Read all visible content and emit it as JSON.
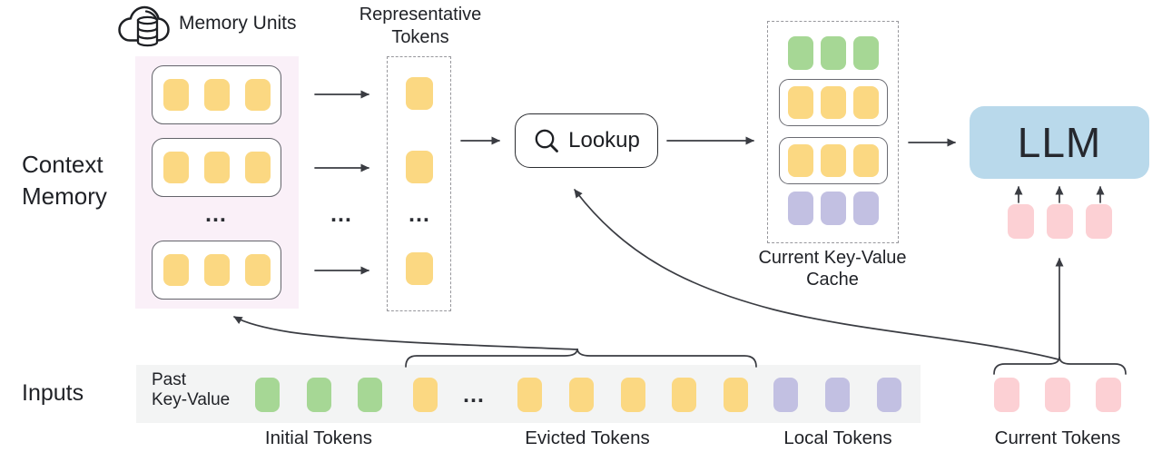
{
  "labels": {
    "memory_units": "Memory Units",
    "representative_tokens": "Representative\nTokens",
    "context_memory": "Context\nMemory",
    "lookup": "Lookup",
    "current_kv_cache": "Current Key-Value\nCache",
    "llm": "LLM",
    "inputs": "Inputs",
    "past_key_value": "Past\nKey-Value",
    "initial_tokens": "Initial Tokens",
    "evicted_tokens": "Evicted Tokens",
    "local_tokens": "Local Tokens",
    "current_tokens": "Current Tokens",
    "ellipsis": "…"
  },
  "icons": {
    "memory": "cloud-database",
    "lookup": "magnifying-glass"
  },
  "colors": {
    "token_yellow": "#FBD882",
    "token_green": "#A6D795",
    "token_purple": "#C2C0E2",
    "token_pink": "#FCD0D4",
    "llm_fill": "#B9D9EB",
    "memory_panel_fill": "#FAF0F8",
    "inputs_strip_fill": "#F3F4F4",
    "line": "#3A3C42"
  },
  "token_groups": {
    "memory_unit_row": {
      "count": 3,
      "color_key": "token_yellow"
    },
    "representative": {
      "count": 1,
      "color_key": "token_yellow"
    },
    "cache_initial_row": {
      "count": 3,
      "color_key": "token_green"
    },
    "cache_memory_row": {
      "count": 3,
      "color_key": "token_yellow"
    },
    "cache_local_row": {
      "count": 3,
      "color_key": "token_purple"
    },
    "llm_current_inputs": {
      "count": 3,
      "color_key": "token_pink"
    },
    "initial_tokens": {
      "count": 3,
      "color_key": "token_green"
    },
    "evicted_head": {
      "count": 1,
      "color_key": "token_yellow"
    },
    "evicted_tail": {
      "count": 5,
      "color_key": "token_yellow"
    },
    "local_tokens": {
      "count": 3,
      "color_key": "token_purple"
    },
    "current_tokens": {
      "count": 3,
      "color_key": "token_pink"
    }
  }
}
